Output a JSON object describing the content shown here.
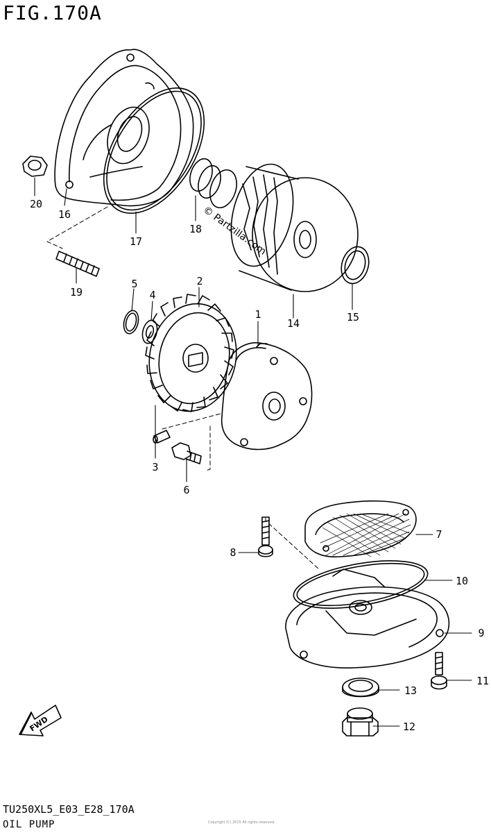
{
  "figure": {
    "title": "FIG.170A",
    "model_code": "TU250XL5_E03_E28_170A",
    "section_name": "OIL PUMP",
    "fine_print": "Copyright (C) 2015 All rights reserved."
  },
  "watermark": "© Partzilla.com",
  "fwd_label": "FWD",
  "callouts": {
    "c1": "1",
    "c2": "2",
    "c3": "3",
    "c4": "4",
    "c5": "5",
    "c6": "6",
    "c7": "7",
    "c8": "8",
    "c9": "9",
    "c10": "10",
    "c11": "11",
    "c12": "12",
    "c13": "13",
    "c14": "14",
    "c15": "15",
    "c16": "16",
    "c17": "17",
    "c18": "18",
    "c19": "19",
    "c20": "20"
  }
}
